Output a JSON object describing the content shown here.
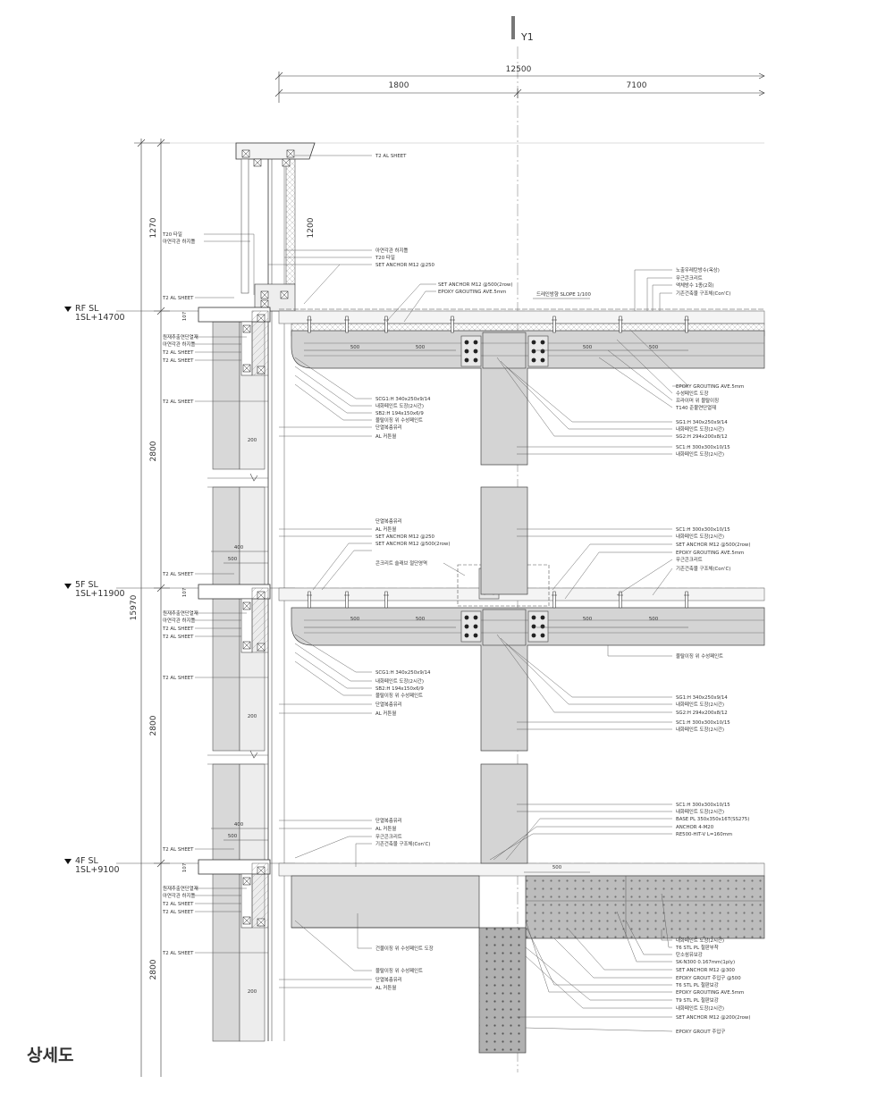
{
  "title": "상세도",
  "grid_label": "Y1",
  "dimensions": {
    "top_total": "12500",
    "top_left": "1800",
    "top_right": "7100",
    "parapet": "1270",
    "parapet_inner": "1200",
    "floor_height": "2800",
    "total_height": "15970",
    "slab_edge": "107",
    "beam_bay": "500",
    "sill_depth": "400",
    "mullion": "200"
  },
  "levels": [
    {
      "name": "RF SL",
      "value": "1SL+14700"
    },
    {
      "name": "5F SL",
      "value": "1SL+11900"
    },
    {
      "name": "4F SL",
      "value": "1SL+9100"
    }
  ],
  "slope_note": "드레인방향 SLOPE 1/100",
  "notes_parapet": [
    "T2 AL SHEET",
    "T20 타일",
    "아연각관 하지틀",
    "아연각관 하지틀",
    "T20 타일",
    "SET ANCHOR M12 @250"
  ],
  "notes_roof_top": [
    "SET ANCHOR M12 @500(2row)",
    "EPOXY GROUTING AVE.5mm"
  ],
  "notes_roof_right": [
    "노출우레탄방수(옥상)",
    "무근콘크리트",
    "액체방수 1종(2회)",
    "기존건축물 구조체(Con'C)"
  ],
  "notes_left_rf": [
    "T2 AL SHEET",
    "원재추출연단열재",
    "아연각관 하지틀",
    "T2 AL SHEET",
    "T2 AL SHEET",
    "T2 AL SHEET"
  ],
  "notes_left_5f": [
    "T2 AL SHEET",
    "원재추출연단열재",
    "아연각관 하지틀",
    "T2 AL SHEET",
    "T2 AL SHEET",
    "T2 AL SHEET"
  ],
  "notes_left_4f": [
    "T2 AL SHEET",
    "원재추출연단열재",
    "아연각관 하지틀",
    "T2 AL SHEET",
    "T2 AL SHEET",
    "T2 AL SHEET"
  ],
  "notes_rf_center": [
    "SCG1:H 340x250x9/14",
    "내화페인트 도장(2시간)",
    "SB2:H 194x150x6/9",
    "물탈이징 위 수성페인트",
    "단열복층유리",
    "AL 커튼월"
  ],
  "notes_rf_right1": [
    "EPOXY GROUTING AVE.5mm",
    "수성페인트 도장",
    "프라이머 위 물탈이징",
    "T140 준불연단열재"
  ],
  "notes_rf_right2": [
    "SG1:H 340x250x9/14",
    "내화페인트 도장(2시간)",
    "SG2:H 294x200x8/12",
    "SC1:H 300x300x10/15",
    "내화페인트 도장(2시간)"
  ],
  "notes_5f_top": [
    "단열복층유리",
    "AL 커튼월",
    "SET ANCHOR M12 @250",
    "SET ANCHOR M12 @500(2row)"
  ],
  "notes_5f_mid": "콘크리트 슬래브 절단영역",
  "notes_5f_right_top": [
    "SC1:H 300x300x10/15",
    "내화페인트 도장(2시간)",
    "SET ANCHOR M12 @500(2row)",
    "EPOXY GROUTING AVE.5mm",
    "무근콘크리트",
    "기존건축물 구조체(Con'C)"
  ],
  "notes_5f_right_mid": "물탈이징 위 수성페인트",
  "notes_5f_center": [
    "SCG1:H 340x250x9/14",
    "내화페인트 도장(2시간)",
    "SB2:H 194x150x6/9",
    "물탈이징 위 수성페인트",
    "단열복층유리",
    "AL 커튼월"
  ],
  "notes_5f_right2": [
    "SG1:H 340x250x9/14",
    "내화페인트 도장(2시간)",
    "SG2:H 294x200x8/12",
    "SC1:H 300x300x10/15",
    "내화페인트 도장(2시간)"
  ],
  "notes_4f_top": [
    "단열복층유리",
    "AL 커튼월",
    "무근콘크리트",
    "기존건축물 구조체(Con'C)"
  ],
  "notes_4f_right_top": [
    "SC1:H 300x300x10/15",
    "내화페인트 도장(2시간)",
    "BASE PL 350x350x16T(SS275)",
    "ANCHOR 4-M20",
    "RE500-HIT-V L=160mm"
  ],
  "notes_4f_center": "건물이징 위 수성페인트 도장",
  "notes_4f_bottom": [
    "물탈이징 위 수성페인트",
    "단열복층유리",
    "AL 커튼월"
  ],
  "notes_4f_right_bottom": [
    "내화페인트 도장(2시간)",
    "T6 STL PL 철판부착",
    "탄소섬유보강",
    "SK-N300 0.167mm(1ply)",
    "SET ANCHOR M12 @300",
    "EPOXY GROUT 주입구 @500",
    "T6 STL PL 철판보강",
    "EPOXY GROUTING AVE.5mm",
    "T9 STL PL 철판보강",
    "내화페인트 도장(2시간)",
    "SET ANCHOR M12 @200(2row)",
    "EPOXY GROUT 주입구"
  ]
}
